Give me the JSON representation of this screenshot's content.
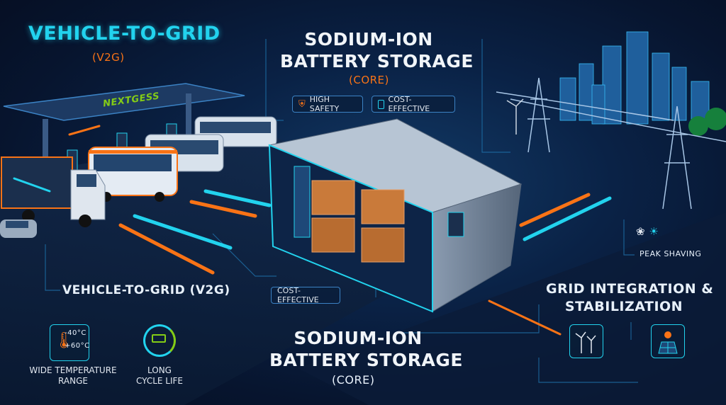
{
  "header_left": {
    "title": "VEHICLE-TO-GRID",
    "subtitle": "(V2G)"
  },
  "header_center": {
    "line1": "SODIUM-ION",
    "line2": "BATTERY STORAGE",
    "subtitle": "(CORE)"
  },
  "badges_top": [
    {
      "label": "HIGH SAFETY",
      "icon": "shield-icon"
    },
    {
      "label": "COST-EFFECTIVE",
      "icon": "battery-icon"
    }
  ],
  "canopy_brand": "NEXTGESS",
  "v2g_label": "VEHICLE-TO-GRID (V2G)",
  "cost_badge": "COST-EFFECTIVE",
  "bottom_center": {
    "line1": "SODIUM-ION",
    "line2": "BATTERY STORAGE",
    "subtitle": "(CORE)"
  },
  "grid_label": {
    "line1": "GRID INTEGRATION &",
    "line2": "STABILIZATION"
  },
  "peak_label": "PEAK SHAVING",
  "temperature": {
    "high": "-40°C",
    "low": "+60°C",
    "label_line1": "WIDE TEMPERATURE",
    "label_line2": "RANGE",
    "icon": "thermometer-icon"
  },
  "cycle": {
    "label_line1": "LONG",
    "label_line2": "CYCLE LIFE",
    "icon": "cycle-battery-icon"
  },
  "colors": {
    "cyan": "#22d3ee",
    "orange": "#f97316",
    "bg": "#07132a",
    "green": "#84cc16"
  }
}
